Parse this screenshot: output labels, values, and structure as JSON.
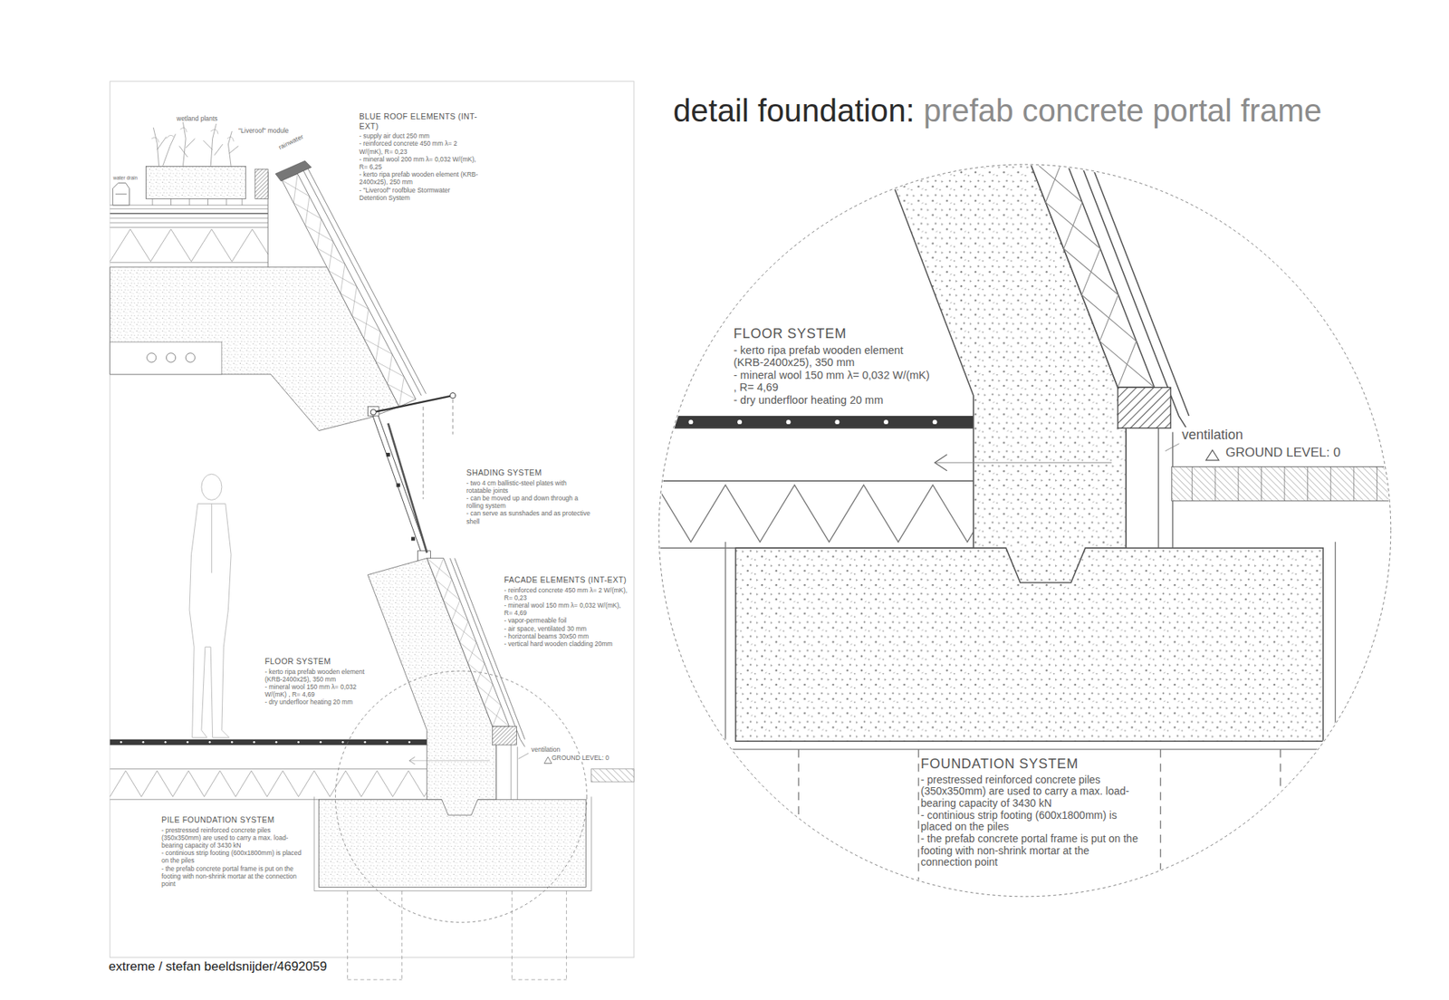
{
  "diagram": {
    "title": "detail foundation:",
    "caption": "extreme / stefan beeldsnijder/4692059",
    "labels": [
      "prefab concrete portal frame",
      "wetland plants",
      "\"Liveroof\" module",
      "rainwater",
      "water drain",
      "BLUE ROOF ELEMENTS (INT-EXT)",
      "- supply air duct 250 mm",
      "- reinforced concrete 450 mm λ= 2 W/(mK), R= 0,23",
      "- mineral wool 200 mm λ= 0,032 W/(mK), R= 6,25",
      "- kerto ripa prefab wooden element (KRB-2400x25), 250 mm",
      "- \"Liveroof\" roofblue Stormwater Detention System",
      "SHADING SYSTEM",
      "- two 4 cm ballistic-steel plates with rotatable joints",
      "- can be moved up and down through a rolling system",
      "- can serve as sunshades and as protective shell",
      "FACADE ELEMENTS (INT-EXT)",
      "- reinforced concrete 450 mm λ= 2 W/(mK), R= 0,23",
      "- mineral wool 150 mm λ= 0,032 W/(mK), R= 4,69",
      "- vapor-permeable foil",
      "- air space, ventilated 30 mm",
      "- horizontal beams 30x50 mm",
      "- vertical hard wooden cladding 20mm",
      "FLOOR SYSTEM",
      "- kerto ripa prefab wooden element (KRB-2400x25), 350 mm",
      "- mineral wool 150 mm λ= 0,032 W/(mK) , R= 4,69",
      "- dry underfloor heating 20 mm",
      "ventilation",
      "GROUND LEVEL: 0",
      "PILE FOUNDATION SYSTEM",
      "- prestressed reinforced concrete piles (350x350mm) are used to carry a max. load-bearing capacity of 3430 kN",
      "- continious strip footing (600x1800mm) is placed on the piles",
      "- the prefab concrete portal frame is put on the footing with non-shrink mortar at the connection point",
      "FLOOR SYSTEM",
      "- kerto ripa prefab wooden element (KRB-2400x25), 350 mm",
      "- mineral wool 150 mm λ= 0,032 W/(mK) , R= 4,69",
      "- dry underfloor heating 20 mm",
      "ventilation",
      "GROUND LEVEL: 0",
      "FOUNDATION SYSTEM",
      "- prestressed reinforced concrete piles (350x350mm) are used to carry a max. load-bearing capacity of 3430 kN",
      "- continious strip footing (600x1800mm) is placed on the piles",
      "- the prefab concrete portal frame is put on the footing with non-shrink mortar at the connection point"
    ]
  }
}
